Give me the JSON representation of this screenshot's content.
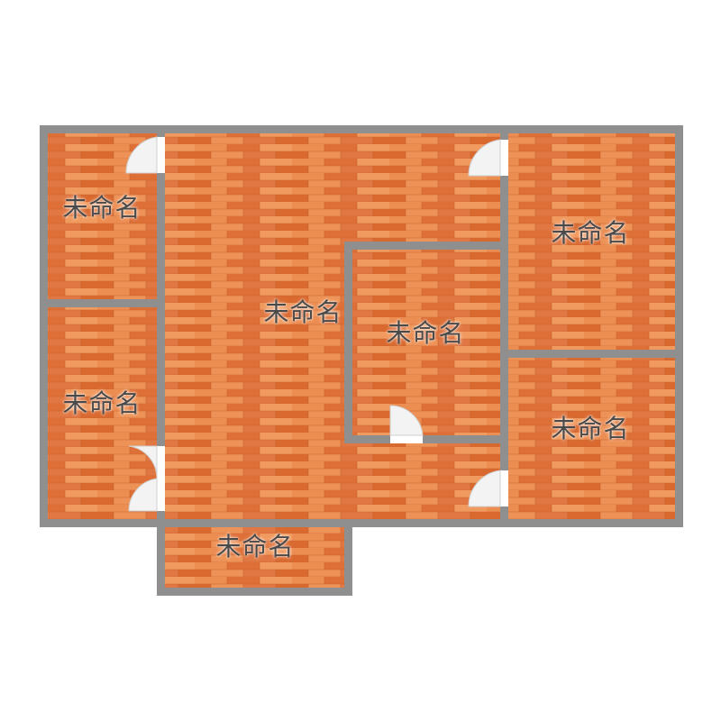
{
  "floor_plan": {
    "colors": {
      "wall": "#8f8f8f",
      "floor_base": "#e2733b",
      "floor_light": "#f0955a",
      "floor_dark": "#d2642d",
      "board_seam": "#b85a2a",
      "door_arc": "#ffffff",
      "door_frame": "#cfcfcf",
      "label_text": "#4a4a4a"
    },
    "rooms": [
      {
        "id": "room-top-left",
        "label": "未命名"
      },
      {
        "id": "room-left-lower",
        "label": "未命名"
      },
      {
        "id": "room-central",
        "label": "未命名"
      },
      {
        "id": "room-inner-center",
        "label": "未命名"
      },
      {
        "id": "room-right-upper",
        "label": "未命名"
      },
      {
        "id": "room-right-lower",
        "label": "未命名"
      },
      {
        "id": "room-bottom-balcony",
        "label": "未命名"
      }
    ]
  }
}
